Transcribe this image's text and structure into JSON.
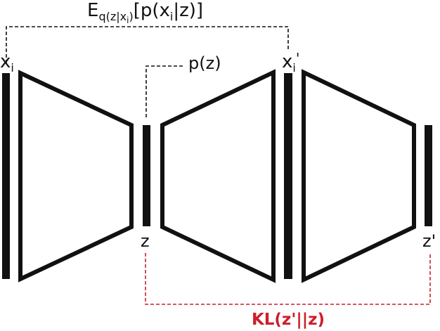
{
  "diagram": {
    "type": "variational-autoencoder-diagram",
    "labels": {
      "expectation": {
        "main": "E",
        "subscript": "q(z|x",
        "subsub": "i",
        "subscript_close": ")",
        "bracket_open": "[p(x",
        "inner_sub": "i",
        "bracket_close": "|z)]"
      },
      "input": {
        "main": "x",
        "sub": "i"
      },
      "prior": "p(z)",
      "reconstruction": {
        "main": "x",
        "sub": "i",
        "prime": "'"
      },
      "latent": "z",
      "latent_reencoded": "z'",
      "kl": "KL(z'||z)"
    },
    "colors": {
      "stroke": "#111111",
      "kl_accent": "#cc1f2b",
      "background": "#ffffff"
    },
    "blocks": [
      {
        "name": "input-bar",
        "kind": "bar"
      },
      {
        "name": "encoder",
        "kind": "trapezoid-narrowing"
      },
      {
        "name": "latent-bar",
        "kind": "bar"
      },
      {
        "name": "decoder",
        "kind": "trapezoid-widening"
      },
      {
        "name": "reconstruction-bar",
        "kind": "bar"
      },
      {
        "name": "re-encoder",
        "kind": "trapezoid-narrowing"
      },
      {
        "name": "latent-prime-bar",
        "kind": "bar"
      }
    ]
  }
}
